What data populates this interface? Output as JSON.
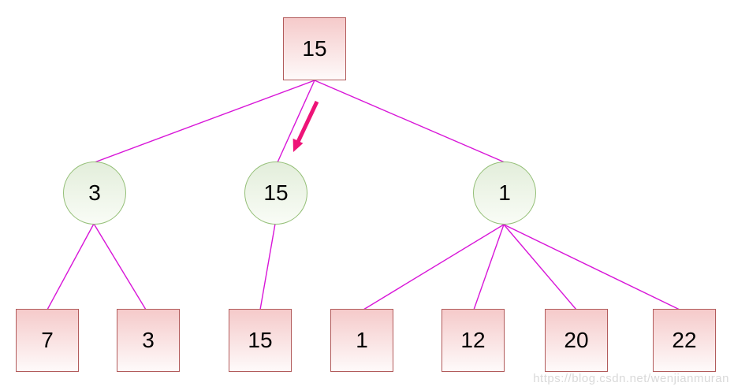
{
  "diagram": {
    "type": "tree",
    "nodes": [
      {
        "value": "15",
        "shape": "square",
        "level": 0,
        "parent": null
      },
      {
        "value": "3",
        "shape": "circle",
        "level": 1,
        "parent": 0
      },
      {
        "value": "15",
        "shape": "circle",
        "level": 1,
        "parent": 0
      },
      {
        "value": "1",
        "shape": "circle",
        "level": 1,
        "parent": 0
      },
      {
        "value": "7",
        "shape": "square",
        "level": 2,
        "parent": 1
      },
      {
        "value": "3",
        "shape": "square",
        "level": 2,
        "parent": 1
      },
      {
        "value": "15",
        "shape": "square",
        "level": 2,
        "parent": 2
      },
      {
        "value": "1",
        "shape": "square",
        "level": 2,
        "parent": 3
      },
      {
        "value": "12",
        "shape": "square",
        "level": 2,
        "parent": 3
      },
      {
        "value": "20",
        "shape": "square",
        "level": 2,
        "parent": 3
      },
      {
        "value": "22",
        "shape": "square",
        "level": 2,
        "parent": 3
      }
    ],
    "annotation": {
      "arrow_points_to_node": 2
    },
    "colors": {
      "edge": "#d816d8",
      "arrow": "#ee1478",
      "square_border": "#b25b5b",
      "square_fill_top": "#f5caca",
      "square_fill_bottom": "#fefafa",
      "circle_border": "#94bf77",
      "circle_fill_top": "#e3eedb",
      "circle_fill_bottom": "#f9fcf6",
      "text": "#000000",
      "watermark": "#d9d9d9"
    }
  },
  "watermark": {
    "text": "https://blog.csdn.net/wenjianmuran"
  }
}
